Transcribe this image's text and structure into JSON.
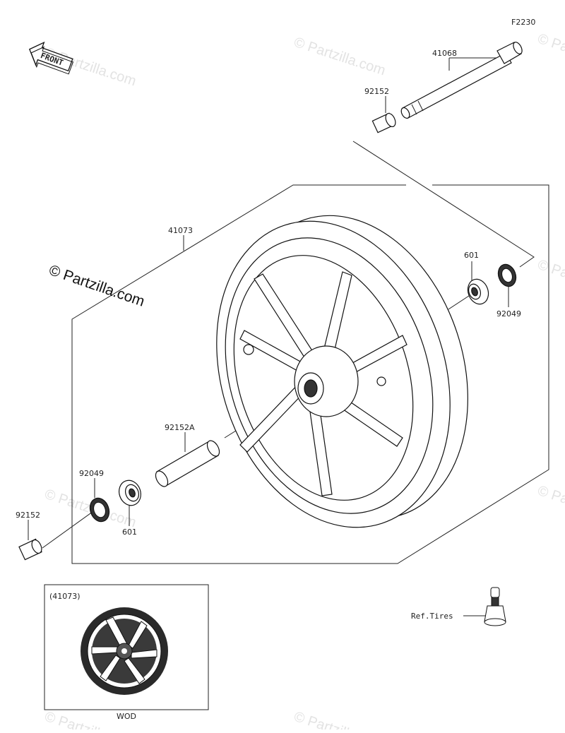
{
  "diagram_code": "F2230",
  "front_arrow_label": "FRONT",
  "copyright": "© Partzilla.com",
  "watermark_text": "© Partzilla.com",
  "parts": {
    "axle": "41068",
    "collar_top": "92152",
    "wheel": "41073",
    "bearing_right": "601",
    "seal_right": "92049",
    "collar_mid": "92152A",
    "seal_left": "92049",
    "bearing_left": "601",
    "collar_left": "92152"
  },
  "inset": {
    "title": "(41073)",
    "caption": "WOD"
  },
  "ref_tires": "Ref.Tires"
}
